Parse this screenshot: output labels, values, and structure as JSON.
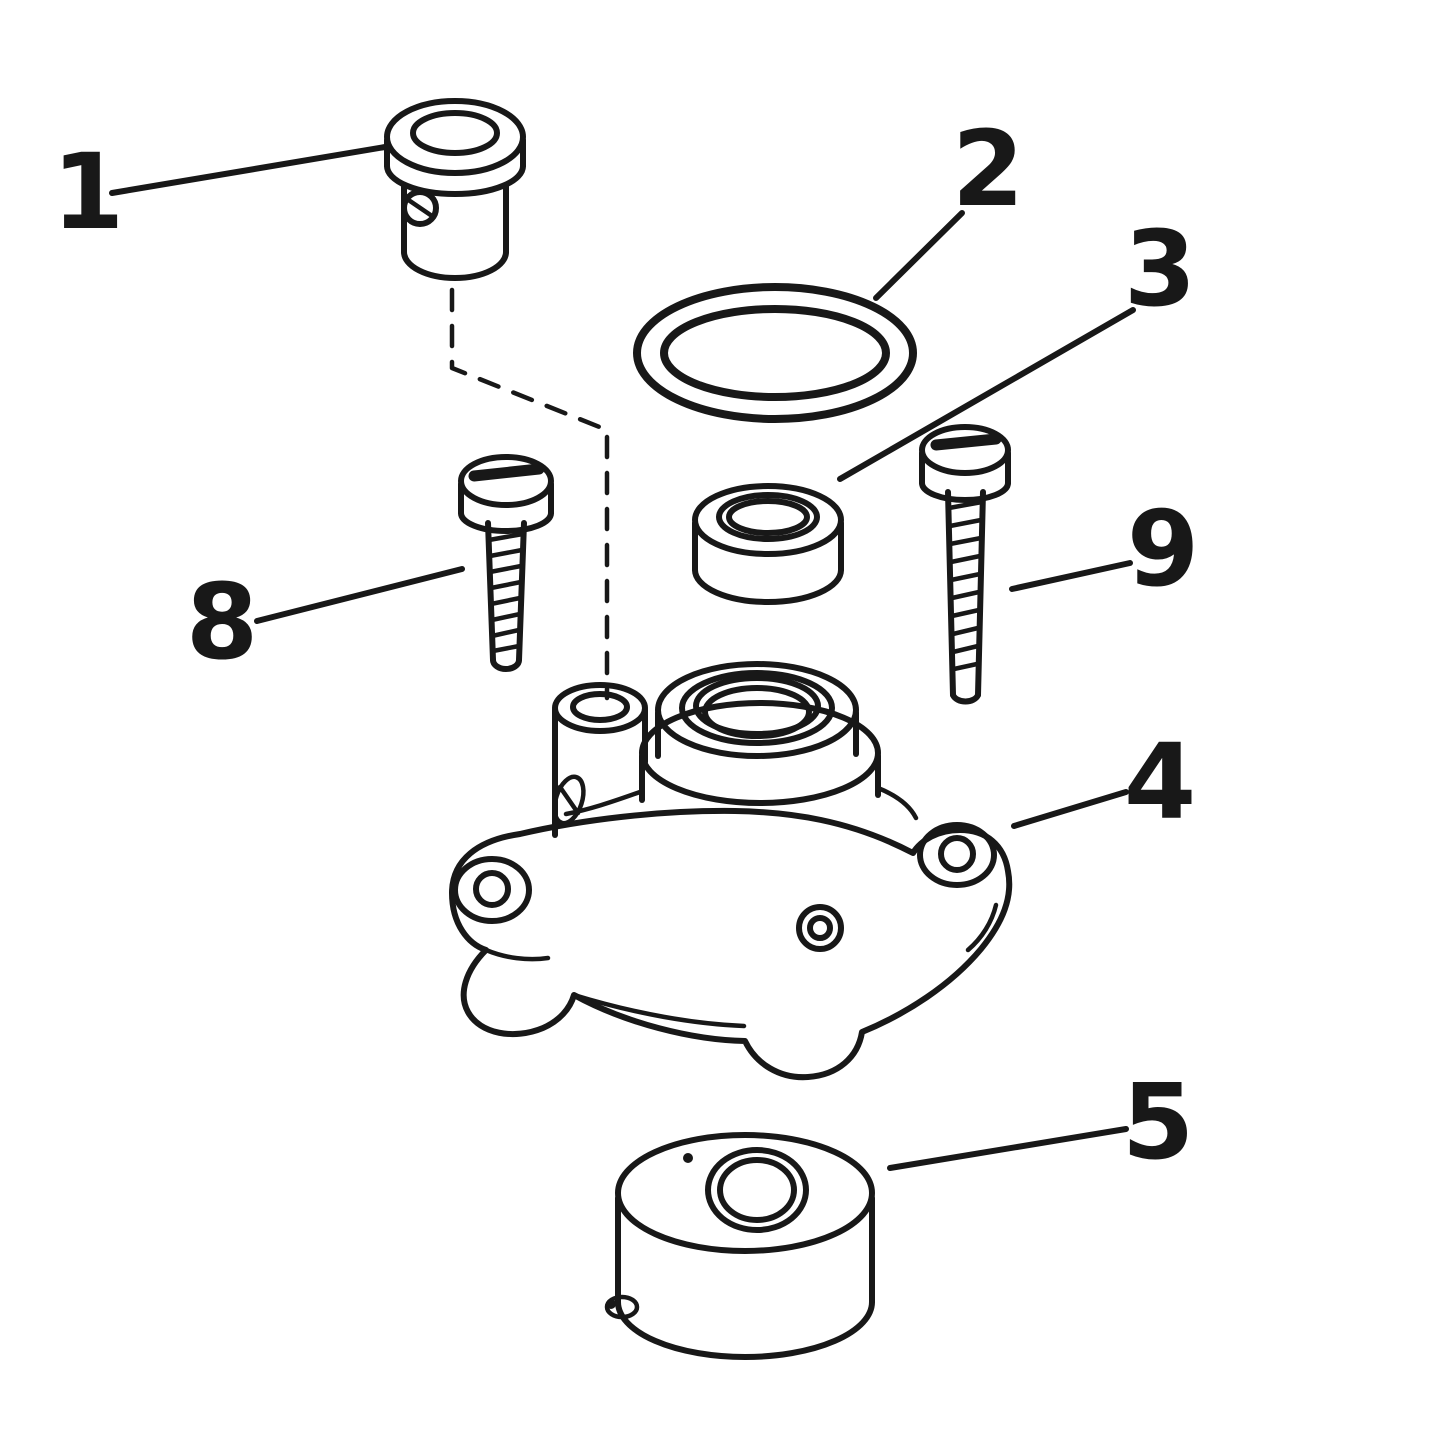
{
  "diagram": {
    "colors": {
      "ink": "#181818",
      "paper": "#ffffff"
    },
    "callouts": [
      {
        "label": "1"
      },
      {
        "label": "2"
      },
      {
        "label": "3"
      },
      {
        "label": "8"
      },
      {
        "label": "9"
      },
      {
        "label": "4"
      },
      {
        "label": "5"
      }
    ]
  }
}
